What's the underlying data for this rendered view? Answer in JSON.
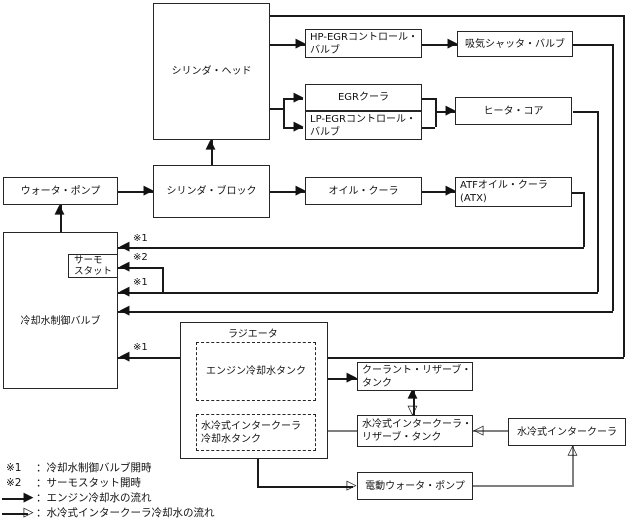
{
  "nodes": {
    "cylinder_head": "シリンダ・ヘッド",
    "water_pump": "ウォータ・ポンプ",
    "cylinder_block": "シリンダ・ブロック",
    "hp_egr_valve": [
      "HP-EGRコントロール・",
      "バルブ"
    ],
    "intake_shutter_valve": "吸気シャッタ・バルブ",
    "egr_cooler": "EGRクーラ",
    "lp_egr_valve": [
      "LP-EGRコントロール・",
      "バルブ"
    ],
    "heater_core": "ヒータ・コア",
    "oil_cooler": "オイル・クーラ",
    "atf_oil_cooler": [
      "ATFオイル・クーラ",
      "(ATX)"
    ],
    "coolant_control_valve": "冷却水制御バルブ",
    "thermostat": [
      "サーモ",
      "スタット"
    ],
    "radiator": "ラジエータ",
    "engine_coolant_tank": "エンジン冷却水タンク",
    "intercooler_coolant_tank": [
      "水冷式インタークーラ",
      "冷却水タンク"
    ],
    "coolant_reserve_tank": [
      "クーラント・リザーブ・",
      "タンク"
    ],
    "intercooler_reserve_tank": [
      "水冷式インタークーラ・",
      "リザーブ・タンク"
    ],
    "water_cooled_intercooler": "水冷式インタークーラ",
    "electric_water_pump": "電動ウォータ・ポンプ"
  },
  "ref_marks": {
    "mark1": "※1",
    "mark2": "※2",
    "mark3": "※1",
    "mark4": "※1"
  },
  "legend": {
    "note1": {
      "symbol": "※1",
      "text": "：冷却水制御バルブ開時"
    },
    "note2": {
      "symbol": "※2",
      "text": "：サーモスタット開時"
    },
    "flow_engine": {
      "text": "：エンジン冷却水の流れ"
    },
    "flow_intercooler": {
      "text": "：水冷式インタークーラ冷却水の流れ"
    }
  },
  "icons": {
    "arrow_right_filled": "▶",
    "arrow_left_filled": "◀",
    "arrow_up_filled": "▲",
    "arrow_right_hollow": "▷",
    "arrow_left_hollow": "◁",
    "arrow_up_hollow": "△",
    "arrow_down_hollow": "▽"
  },
  "colors": {
    "background": "#ffffff",
    "box_border": "#262626",
    "engine_flow_line": "#1a1a1a",
    "intercooler_flow_line": "#7f7f7f"
  }
}
